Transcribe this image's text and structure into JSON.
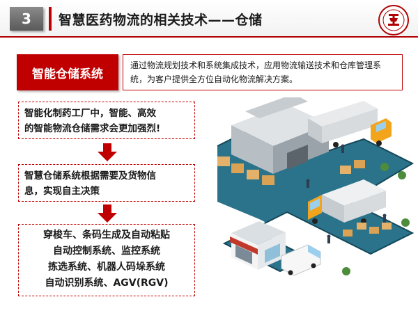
{
  "header": {
    "section_number": "3",
    "title": "智慧医药物流的相关技术——仓储",
    "logo_icon": "university-seal-icon"
  },
  "system": {
    "label": "智能仓储系统",
    "description": "通过物流规划技术和系统集成技术，应用物流输送技术和仓库管理系统，为客户提供全方位自动化物流解决方案。"
  },
  "steps": [
    {
      "lines": [
        "智能化制药工厂中，智能、高效",
        "的智能物流仓储需求会更加强烈!"
      ]
    },
    {
      "lines": [
        "智慧仓储系统根据需要及货物信",
        "息，实现自主决策"
      ]
    },
    {
      "lines": [
        "穿梭车、条码生成及自动粘贴",
        "自动控制系统、监控系统",
        "拣选系统、机器人码垛系统",
        "自动识别系统、AGV(RGV)"
      ]
    }
  ],
  "colors": {
    "accent": "#c00000",
    "number_box": "#6b6b6b",
    "road": "#1d5d74",
    "truck": "#f2a51c"
  },
  "illustration_icon": "logistics-warehouse-illustration"
}
